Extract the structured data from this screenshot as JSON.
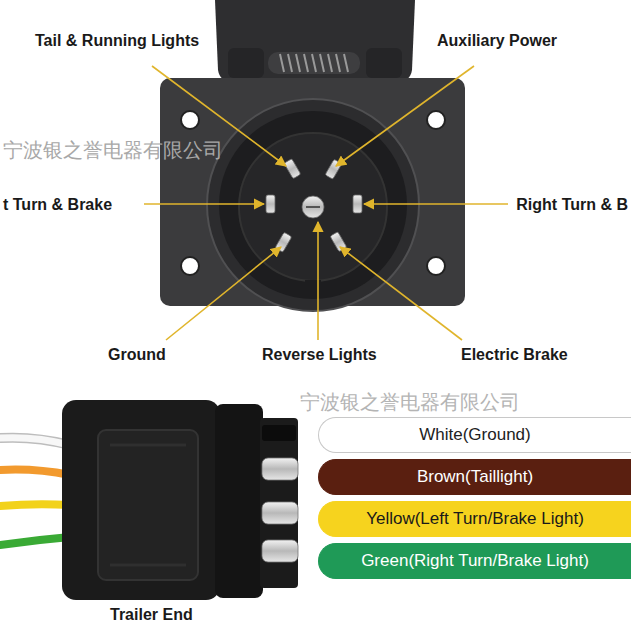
{
  "diagram": {
    "nodes": [
      {
        "text": [
          "White(Ground)"
        ]
      },
      {
        "text": [
          "Brown(Taillight)"
        ]
      },
      {
        "text": [
          "Yellow(Left Turn/Brake Light)"
        ]
      },
      {
        "text": [
          "Green(Right Turn/Brake Light)"
        ]
      }
    ],
    "labels": [
      "Tail & Running Lights",
      "Auxiliary Power",
      "t Turn & Brake",
      "Right Turn & B",
      "Ground",
      "Reverse Lights",
      "Electric Brake",
      "Trailer End",
      "宁波银之誉电器有限公司",
      "宁波银之誉电器有限公司"
    ]
  }
}
